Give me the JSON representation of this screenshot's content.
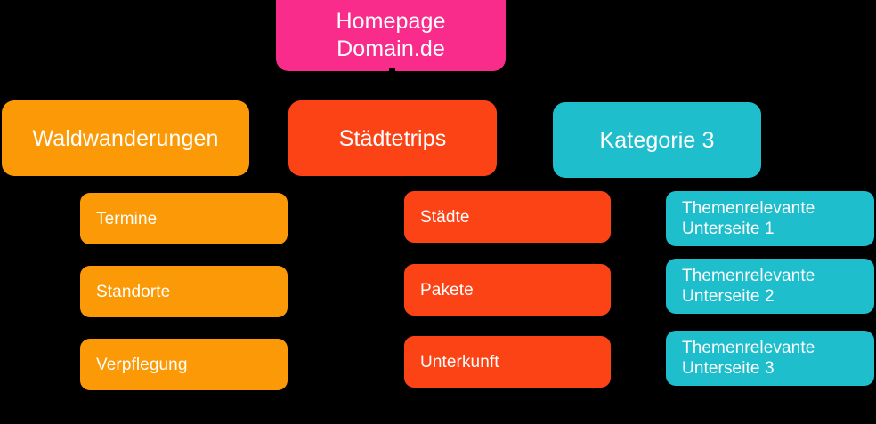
{
  "diagram": {
    "title_node": {
      "label": "Homepage\nDomain.de",
      "color": "#f92c8b"
    },
    "columns": [
      {
        "category": {
          "label": "Waldwanderungen",
          "color": "#fb9a06"
        },
        "children": [
          {
            "label": "Termine"
          },
          {
            "label": "Standorte"
          },
          {
            "label": "Verpflegung"
          }
        ]
      },
      {
        "category": {
          "label": "Städtetrips",
          "color": "#fc4316"
        },
        "children": [
          {
            "label": "Städte"
          },
          {
            "label": "Pakete"
          },
          {
            "label": "Unterkunft"
          }
        ]
      },
      {
        "category": {
          "label": "Kategorie 3",
          "color": "#1ebecd"
        },
        "children": [
          {
            "label": "Themenrelevante\nUnterseite 1"
          },
          {
            "label": "Themenrelevante\nUnterseite 2"
          },
          {
            "label": "Themenrelevante\nUnterseite 3"
          }
        ]
      }
    ],
    "background_color": "#000000",
    "text_color": "#ffffff"
  }
}
